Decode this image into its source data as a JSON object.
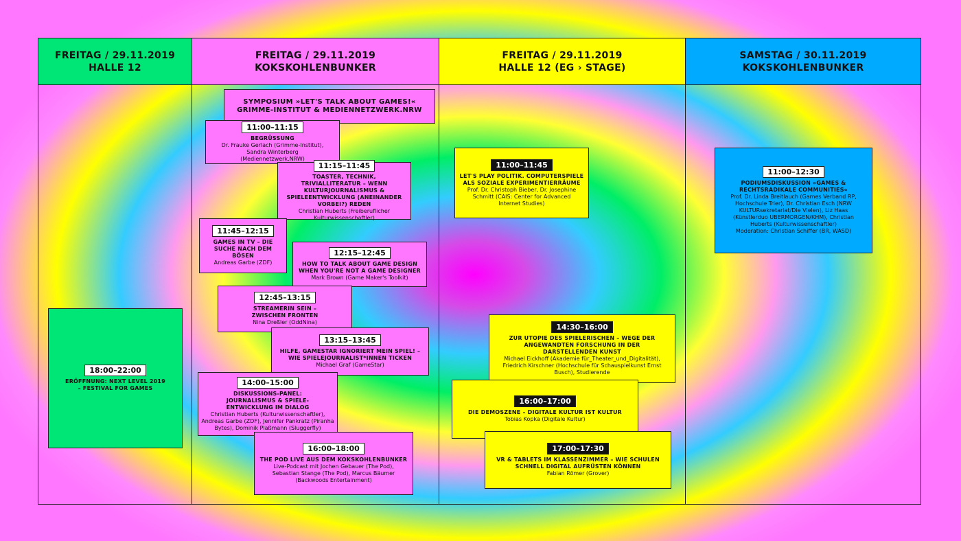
{
  "columns": [
    {
      "line1": "FREITAG / 29.11.2019",
      "line2": "HALLE 12",
      "color": "#00e676"
    },
    {
      "line1": "FREITAG / 29.11.2019",
      "line2": "KOKSKOHLENBUNKER",
      "color": "#ff77ff"
    },
    {
      "line1": "FREITAG / 29.11.2019",
      "line2": "HALLE 12 (EG › STAGE)",
      "color": "#ffff00"
    },
    {
      "line1": "SAMSTAG / 30.11.2019",
      "line2": "KOKSKOHLENBUNKER",
      "color": "#00aaff"
    }
  ],
  "halle12": {
    "time": "18:00–22:00",
    "title": "ERÖFFNUNG: NEXT LEVEL 2019 – FESTIVAL FOR GAMES"
  },
  "symposium": {
    "line1": "SYMPOSIUM  »LET'S TALK ABOUT GAMES!«",
    "line2": "GRIMME-INSTITUT & MEDIENNETZWERK.NRW"
  },
  "bunker": [
    {
      "time": "11:00–11:15",
      "title": "BEGRÜSSUNG",
      "people": "Dr. Frauke Gerlach (Grimme-Institut), Sandra Winterberg (Mediennetzwerk.NRW)"
    },
    {
      "time": "11:15–11:45",
      "title": "TOASTER, TECHNIK, TRIVIALLITERATUR – WENN KULTURJOURNALISMUS & SPIELEENTWICKLUNG (ANEINANDER VORBEI?) REDEN",
      "people": "Christian Huberts (Freiberuflicher Kulturwissenschaftler)"
    },
    {
      "time": "11:45–12:15",
      "title": "GAMES IN TV – DIE SUCHE NACH DEM BÖSEN",
      "people": "Andreas Garbe (ZDF)"
    },
    {
      "time": "12:15–12:45",
      "title": "HOW TO TALK ABOUT GAME DESIGN WHEN YOU'RE NOT A GAME DESIGNER",
      "people": "Mark Brown (Game Maker's Toolkit)"
    },
    {
      "time": "12:45–13:15",
      "title": "STREAMERIN SEIN – ZWISCHEN FRONTEN",
      "people": "Nina Dreßler (OddNina)"
    },
    {
      "time": "13:15–13:45",
      "title": "HILFE, GAMESTAR IGNORIERT MEIN SPIEL! – WIE SPIELEJOURNALIST*INNEN TICKEN",
      "people": "Michael Graf (GameStar)"
    },
    {
      "time": "14:00–15:00",
      "title": "DISKUSSIONS-PANEL: JOURNALISMUS & SPIELE-ENTWICKLUNG IM DIALOG",
      "people": "Christian Huberts (Kulturwissenschaftler), Andreas Garbe (ZDF), Jennifer Pankratz (Piranha Bytes), Dominik Plaßmann (Sluggerfly)"
    },
    {
      "time": "16:00–18:00",
      "title": "THE POD LIVE AUS DEM KOKSKOHLENBUNKER",
      "people": "Live-Podcast mit Jochen Gebauer (The Pod), Sebastian Stange (The Pod), Marcus Bäumer (Backwoods Entertainment)"
    }
  ],
  "stage": [
    {
      "time": "11:00–11:45",
      "title": "LET'S PLAY POLITIK. COMPUTERSPIELE ALS SOZIALE EXPERIMENTIERRÄUME",
      "people": "Prof. Dr. Christoph Bieber, Dr. Josephine Schmitt (CAIS: Center for Advanced Internet Studies)"
    },
    {
      "time": "14:30–16:00",
      "title": "ZUR UTOPIE DES SPIELERISCHEN – WEGE DER ANGEWANDTEN FORSCHUNG IN DER DARSTELLENDEN KUNST",
      "people": "Michael Eickhoff (Akademie für_Theater_und_Digitalität), Friedrich Kirschner (Hochschule für Schauspielkunst Ernst Busch), Studierende"
    },
    {
      "time": "16:00–17:00",
      "title": "DIE DEMOSZENE – DIGITALE KULTUR IST KULTUR",
      "people": "Tobias Kopka (Digitale Kultur)"
    },
    {
      "time": "17:00–17:30",
      "title": "VR & TABLETS IM KLASSENZIMMER – WIE SCHULEN SCHNELL DIGITAL AUFRÜSTEN KÖNNEN",
      "people": "Fabian Römer (Grover)"
    }
  ],
  "saturday": {
    "time": "11:00–12:30",
    "title": "PODIUMSDISKUSSION »GAMES & RECHTSRADIKALE COMMUNITIES«",
    "people": "Prof. Dr. Linda Breitlauch (Games Verband RP, Hochschule Trier), Dr. Christian Esch (NRW KULTURsekretariat/Die Vielen), Liz Haas (Künstlerduo UBERMORGEN/KHM), Christian Huberts (Kulturwissenschaftler)",
    "moderation": "Moderation: Christian Schiffer (BR, WASD)"
  }
}
